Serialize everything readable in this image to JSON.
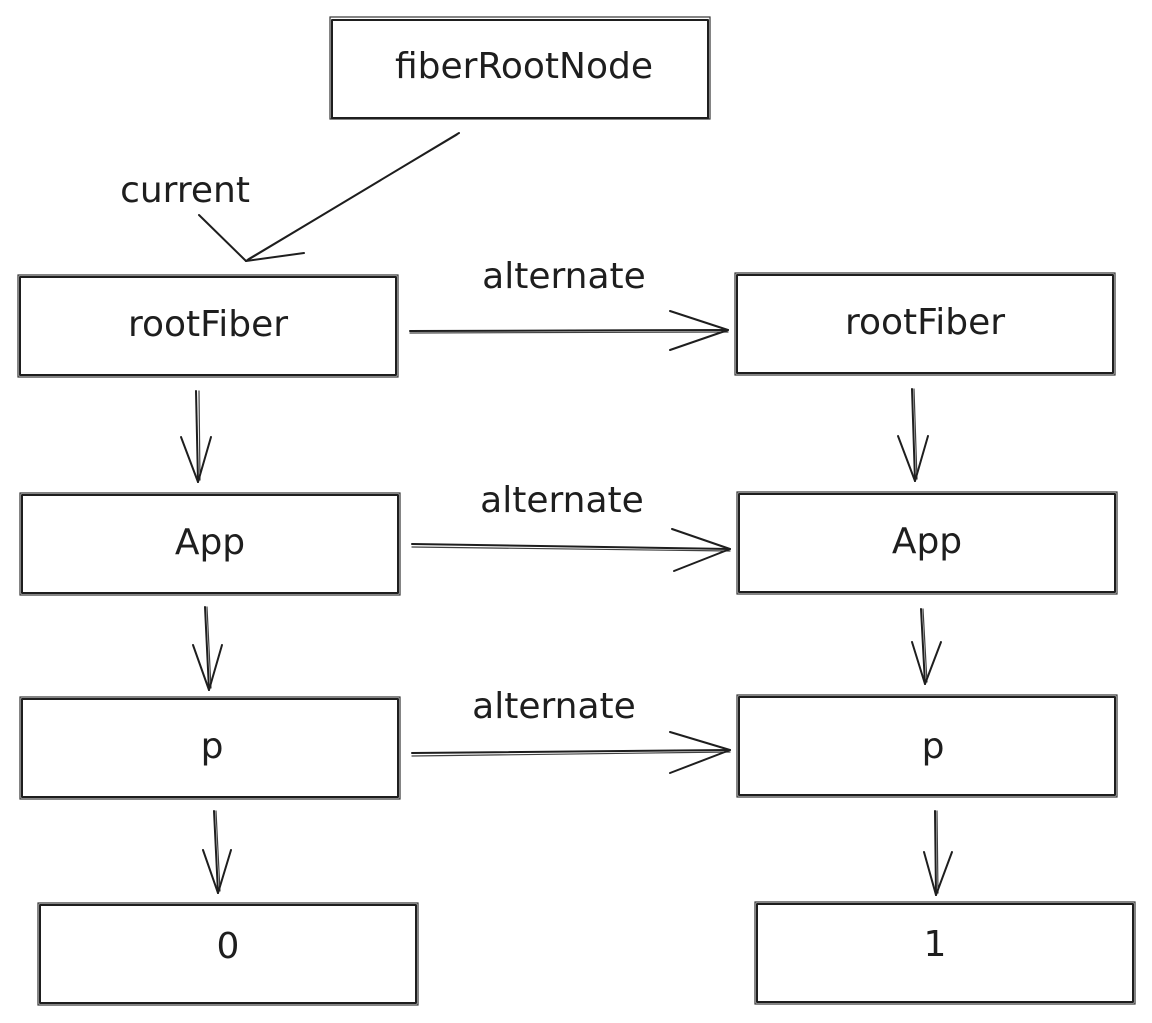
{
  "nodes": [
    {
      "id": "fiber-root-node",
      "label": "fiberRootNode"
    },
    {
      "id": "left-root-fiber",
      "label": "rootFiber"
    },
    {
      "id": "right-root-fiber",
      "label": "rootFiber"
    },
    {
      "id": "left-app",
      "label": "App"
    },
    {
      "id": "right-app",
      "label": "App"
    },
    {
      "id": "left-p",
      "label": "p"
    },
    {
      "id": "right-p",
      "label": "p"
    },
    {
      "id": "left-text",
      "label": "0"
    },
    {
      "id": "right-text",
      "label": "1"
    }
  ],
  "edges": [
    {
      "id": "current",
      "from": "fiber-root-node",
      "to": "left-root-fiber",
      "label": "current"
    },
    {
      "id": "alternate-root",
      "from": "left-root-fiber",
      "to": "right-root-fiber",
      "label": "alternate"
    },
    {
      "id": "alternate-app",
      "from": "left-app",
      "to": "right-app",
      "label": "alternate"
    },
    {
      "id": "alternate-p",
      "from": "left-p",
      "to": "right-p",
      "label": "alternate"
    },
    {
      "id": "left-child-1",
      "from": "left-root-fiber",
      "to": "left-app",
      "label": ""
    },
    {
      "id": "left-child-2",
      "from": "left-app",
      "to": "left-p",
      "label": ""
    },
    {
      "id": "left-child-3",
      "from": "left-p",
      "to": "left-text",
      "label": ""
    },
    {
      "id": "right-child-1",
      "from": "right-root-fiber",
      "to": "right-app",
      "label": ""
    },
    {
      "id": "right-child-2",
      "from": "right-app",
      "to": "right-p",
      "label": ""
    },
    {
      "id": "right-child-3",
      "from": "right-p",
      "to": "right-text",
      "label": ""
    }
  ],
  "colors": {
    "stroke": "#1e1e1e",
    "background": "#ffffff"
  }
}
